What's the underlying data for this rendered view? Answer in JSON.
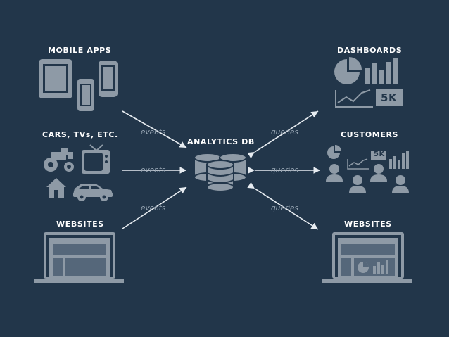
{
  "nodes": {
    "mobile_apps": "MOBILE APPS",
    "cars_tvs": "CARS, TVs, ETC.",
    "websites_left": "WEBSITES",
    "analytics_db": "ANALYTICS DB",
    "dashboards": "DASHBOARDS",
    "customers": "CUSTOMERS",
    "websites_right": "WEBSITES"
  },
  "edges": {
    "events_top": "events",
    "events_mid": "events",
    "events_bottom": "events",
    "queries_top": "queries",
    "queries_mid": "queries",
    "queries_bottom": "queries"
  },
  "badges": {
    "dashboards_kpi": "5K",
    "customers_kpi": "5K"
  },
  "colors": {
    "background": "#22364a",
    "icon": "#8e9aa6",
    "arrow": "#e7ecf1"
  }
}
